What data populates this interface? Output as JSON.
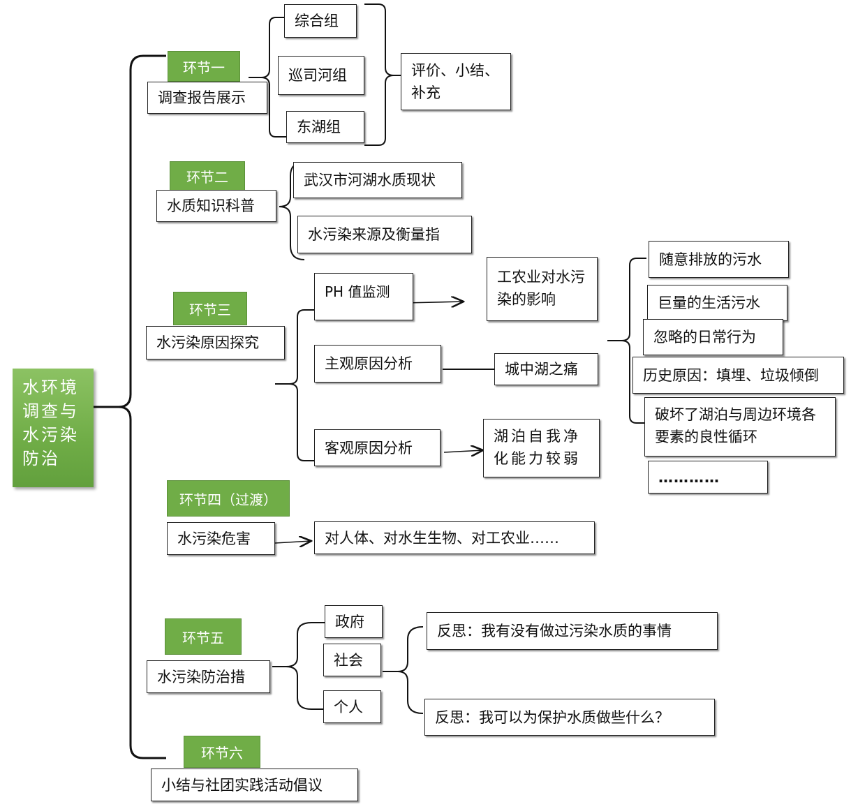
{
  "root": {
    "title": "水环境调查与水污染防治"
  },
  "sections": {
    "s1": {
      "tag": "环节一",
      "title": "调查报告展示",
      "groups": [
        "综合组",
        "巡司河组",
        "东湖组"
      ],
      "summary": "评价、小结、补充"
    },
    "s2": {
      "tag": "环节二",
      "title": "水质知识科普",
      "items": [
        "武汉市河湖水质现状",
        "水污染来源及衡量指"
      ]
    },
    "s3": {
      "tag": "环节三",
      "title": "水污染原因探究",
      "ph": "PH 值监测",
      "ph_result": "工农业对水污染的影响",
      "subjective": "主观原因分析",
      "subjective_result": "城中湖之痛",
      "objective": "客观原因分析",
      "objective_result": "湖泊自我净化能力较弱",
      "causes": [
        "随意排放的污水",
        "巨量的生活污水",
        "忽略的日常行为",
        "历史原因：填埋、垃圾倾倒",
        "破坏了湖泊与周边环境各要素的良性循环",
        "…………"
      ]
    },
    "s4": {
      "tag": "环节四（过渡）",
      "title": "水污染危害",
      "result": "对人体、对水生生物、对工农业……"
    },
    "s5": {
      "tag": "环节五",
      "title": "水污染防治措",
      "actors": [
        "政府",
        "社会",
        "个人"
      ],
      "reflections": [
        "反思：我有没有做过污染水质的事情",
        "反思：我可以为保护水质做些什么？"
      ]
    },
    "s6": {
      "tag": "环节六",
      "title": "小结与社团实践活动倡议"
    }
  },
  "colors": {
    "tag_green": "#70ad47",
    "line": "#111111"
  }
}
